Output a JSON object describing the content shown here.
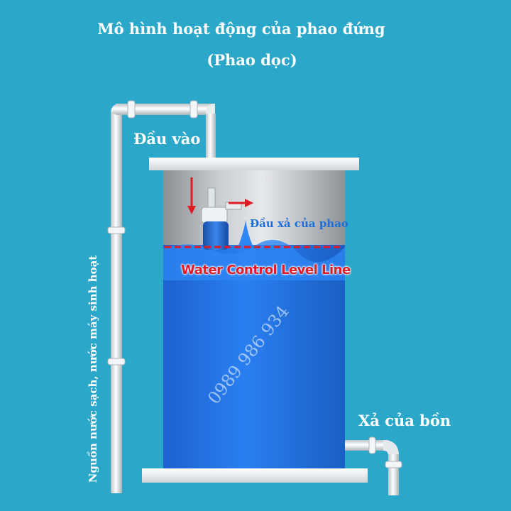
{
  "title": {
    "line1": "Mô hình hoạt động của phao đứng",
    "line2": "(Phao dọc)"
  },
  "labels": {
    "inlet": "Đầu vào",
    "float_outlet": "Đầu xả của phao",
    "level_line": "Water Control Level Line",
    "tank_outlet": "Xả của bồn",
    "water_source": "Nguồn nước sạch, nước máy sinh hoạt"
  },
  "watermark": "0989 986 934",
  "colors": {
    "background": "#2aa7c9",
    "water": "#1f6ed6",
    "level_line": "#e01b24",
    "arrow": "#e01b24",
    "float_body": "#1a5fc4"
  }
}
